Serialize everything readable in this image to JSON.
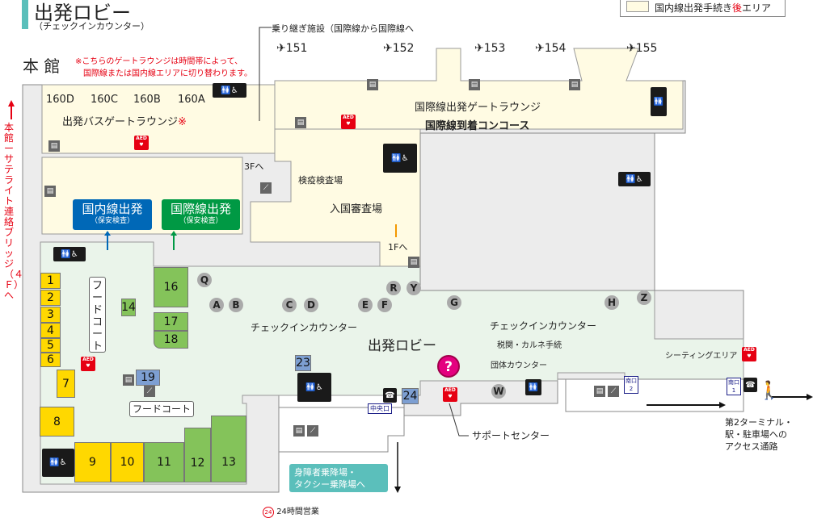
{
  "header": {
    "title": "出発ロビー",
    "subtitle": "（チェックインカウンター）"
  },
  "legend": {
    "swatch_color": "#fffbe3",
    "label_pre": "国内線出発手続き",
    "label_red": "後",
    "label_post": "エリア"
  },
  "transfer_label": "乗り継ぎ施設（国際線から国際線へ",
  "building": "本 館",
  "note": {
    "line1": "※こちらのゲートラウンジは時間帯によって、",
    "line2": "国際線または国内線エリアに切り替わります。"
  },
  "bridge_label": "本館ーサテライト連絡ブリッジ（４Ｆ）へ",
  "gates": [
    {
      "label": "151"
    },
    {
      "label": "152"
    },
    {
      "label": "153"
    },
    {
      "label": "154"
    },
    {
      "label": "155"
    }
  ],
  "bus_gates": [
    "160D",
    "160C",
    "160B",
    "160A"
  ],
  "areas": {
    "bus_lounge": "出発バスゲートラウンジ",
    "bus_lounge_mark": "※",
    "intl_lounge": "国際線出発ゲートラウンジ",
    "intl_concourse": "国際線到着コンコース",
    "quarantine": "検疫検査場",
    "immigration": "入国審査場",
    "to_3f": "3Fへ",
    "to_1f": "1Fへ",
    "checkin_left": "チェックインカウンター",
    "checkin_right": "チェックインカウンター",
    "lobby": "出発ロビー",
    "customs": "税関・カルネ手続",
    "group": "団体カウンター",
    "seating": "シーティングエリア",
    "support": "サポートセンター",
    "food_court_v": "フードコート",
    "food_court_h": "フードコート",
    "central_exit": "中央口",
    "south_exit_2": "南口",
    "south_exit_2_num": "2",
    "south_exit_1": "南口",
    "south_exit_1_num": "1",
    "access_1": "第2ターミナル・",
    "access_2": "駅・駐車場への",
    "access_3": "アクセス通路",
    "taxi_1": "身障者乗降場・",
    "taxi_2": "タクシー乗降場へ"
  },
  "security": {
    "domestic": {
      "main": "国内線出発",
      "sub": "（保安検査）",
      "color": "#0068b7"
    },
    "international": {
      "main": "国際線出発",
      "sub": "（保安検査）",
      "color": "#009944"
    }
  },
  "shops": [
    "1",
    "2",
    "3",
    "4",
    "5",
    "6",
    "7",
    "8",
    "9",
    "10",
    "11",
    "12",
    "13",
    "14",
    "16",
    "17",
    "18",
    "19",
    "23",
    "24"
  ],
  "counters": [
    "Q",
    "A",
    "B",
    "C",
    "D",
    "E",
    "F",
    "R",
    "Y",
    "G",
    "H",
    "Z",
    "W"
  ],
  "icons": {
    "aed": "AED",
    "info": "?"
  },
  "footer": {
    "hours_badge": "24",
    "hours_label": "24時間営業"
  }
}
